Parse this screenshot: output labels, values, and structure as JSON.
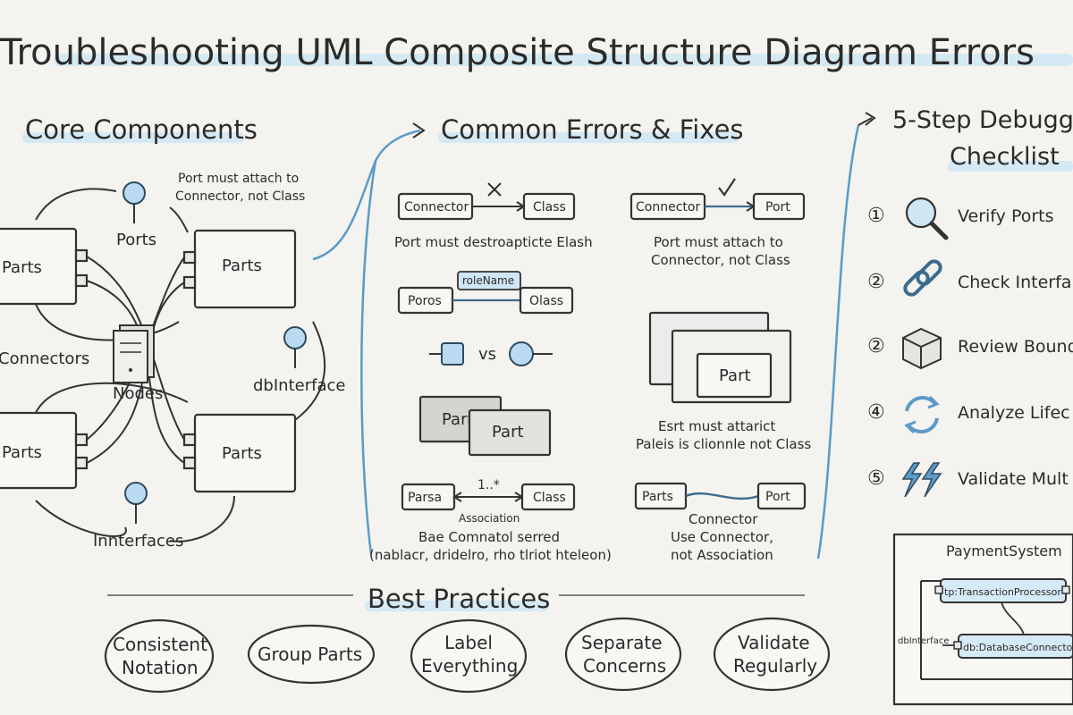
{
  "title": "Troubleshooting UML Composite Structure Diagram Errors",
  "core": {
    "heading": "Core Components",
    "parts_label": "Parts",
    "ports_label": "Ports",
    "port_note_line1": "Port must attach to",
    "port_note_line2": "Connector, not Class",
    "connectors_label": "Connectors",
    "nodes_label": "Nodes",
    "dbinterface_label": "dbInterface",
    "interfaces_label": "Innterfaces"
  },
  "errors": {
    "heading": "Common Errors & Fixes",
    "row1": {
      "bad_left": "Connector",
      "bad_right": "Class",
      "bad_caption": "Port must destroapticte Elash",
      "good_left": "Connector",
      "good_right": "Port",
      "good_caption_line1": "Port must attach to",
      "good_caption_line2": "Connector, not Class"
    },
    "row2": {
      "role_name": "roleName",
      "left": "Poros",
      "right": "Olass"
    },
    "row3": {
      "vs_label": "vs"
    },
    "row4": {
      "part_a": "Parr",
      "part_b": "Part",
      "nested_part": "Part",
      "caption_line1": "Esrt must attarict",
      "caption_line2": "Paleis is clionnle not Class"
    },
    "row5": {
      "left": "Parsa",
      "right": "Class",
      "multiplicity": "1..*",
      "assoc_label": "Association",
      "caption_line1": "Bae Comnatol serred",
      "caption_line2": "(nablacr, dridelro, rho tlriot hteleon)",
      "good_left": "Parts",
      "good_right": "Port",
      "good_caption_line1": "Connector",
      "good_caption_line2": "Use Connector,",
      "good_caption_line3": "not Association"
    }
  },
  "checklist": {
    "heading_line1": "5-Step Debugg",
    "heading_line2": "Checklist",
    "steps": [
      {
        "num": "①",
        "label": "Verify Ports",
        "icon": "magnifier-icon"
      },
      {
        "num": "②",
        "label": "Check Interfa",
        "icon": "chain-link-icon"
      },
      {
        "num": "②",
        "label": "Review Bound",
        "icon": "cube-icon"
      },
      {
        "num": "④",
        "label": "Analyze Lifec",
        "icon": "refresh-cycle-icon"
      },
      {
        "num": "⑤",
        "label": "Validate Mult",
        "icon": "lightning-icon"
      }
    ],
    "example": {
      "system": "PaymentSystem",
      "processor": "tp:TransactionProcessor",
      "interface": "dbInterface",
      "db": "db:DatabaseConnecto"
    }
  },
  "best": {
    "heading": "Best Practices",
    "items": [
      {
        "line1": "Consistent",
        "line2": "Notation"
      },
      {
        "line1": "Group Parts",
        "line2": ""
      },
      {
        "line1": "Label",
        "line2": "Everything"
      },
      {
        "line1": "Separate",
        "line2": "Concerns"
      },
      {
        "line1": "Validate",
        "line2": "Regularly"
      }
    ]
  },
  "colors": {
    "background": "#f4f3ef",
    "accent_blue": "#b9daf0",
    "highlight": "#cfe6f5",
    "ink": "#2b2b2b"
  }
}
